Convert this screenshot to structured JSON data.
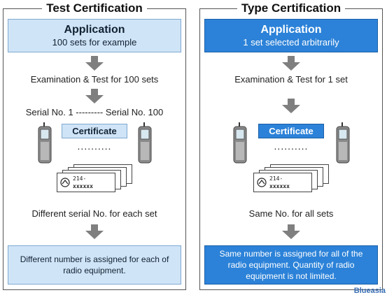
{
  "left": {
    "title": "Test Certification",
    "app_title": "Application",
    "app_sub": "100 sets for example",
    "step1": "Examination & Test for 100 sets",
    "serial_range": "Serial No. 1 --------- Serial No. 100",
    "cert": "Certificate",
    "label_num": "214-",
    "label_code": "xxxxxx",
    "result": "Different serial No. for each set",
    "bottom": "Different number is assigned for each of radio equipment."
  },
  "right": {
    "title": "Type Certification",
    "app_title": "Application",
    "app_sub": "1 set selected arbitrarily",
    "step1": "Examination & Test for 1 set",
    "cert": "Certificate",
    "label_num": "214-",
    "label_code": "xxxxxx",
    "result": "Same No. for all sets",
    "bottom": "Same number is assigned for all of the radio equipment. Quantity of radio equipment is not limited."
  },
  "dots": "..........",
  "watermark": "Blueasia",
  "colors": {
    "light_fill": "#cfe4f7",
    "dark_fill": "#2c82d8",
    "arrow": "#7f7f7f"
  }
}
